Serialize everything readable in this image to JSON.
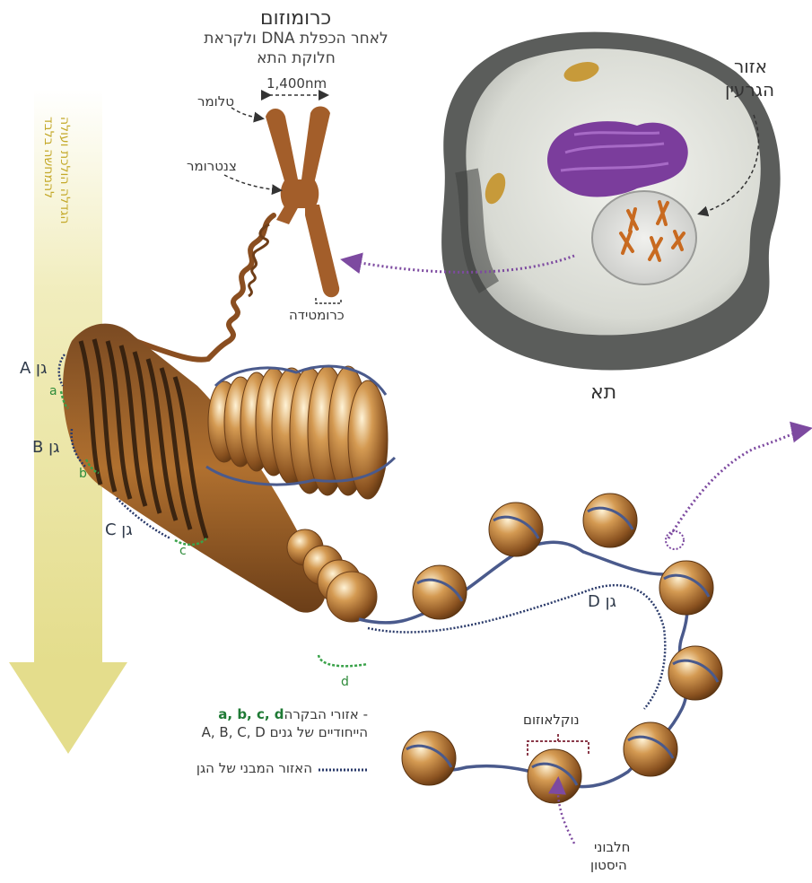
{
  "chromosome": {
    "title": "כרומוזום",
    "subtitle_line1": "לאחר הכפלת DNA ולקראת",
    "subtitle_line2": "חלוקת התא",
    "width_label": "1,400nm",
    "telomere": "טלומר",
    "centromere": "צנטרומר",
    "chromatid": "כרומטידה"
  },
  "cell": {
    "label": "תא",
    "nucleus_line1": "אזור",
    "nucleus_line2": "הגרעין"
  },
  "arrow": {
    "text_line1": "הגדלה הולכת ועולה",
    "text_line2": "להמחשה בלבד"
  },
  "genes": {
    "A": "גן A",
    "B": "גן B",
    "C": "גן C",
    "D": "גן D",
    "a": "a",
    "b": "b",
    "c": "c",
    "d": "d"
  },
  "legend": {
    "control_letters": "a, b, c, d",
    "control_text": " - אזורי הבקרה",
    "control_text2": "הייחודיים של גנים A, B, C, D",
    "structural": "האזור המבני של הגן"
  },
  "nucleosome": {
    "label": "נוקלאוזום",
    "histone_line1": "חלבוני",
    "histone_line2": "היסטון"
  },
  "colors": {
    "chromosome_brown": "#a35e2a",
    "coil_dark": "#3b2414",
    "dna_blue": "#4a5a8c",
    "arrow_yellow": "#e9e39a",
    "nucleus_purple": "#7b3d9c",
    "guide_purple": "#7d4aa0",
    "gene_green": "#3aa24a"
  }
}
